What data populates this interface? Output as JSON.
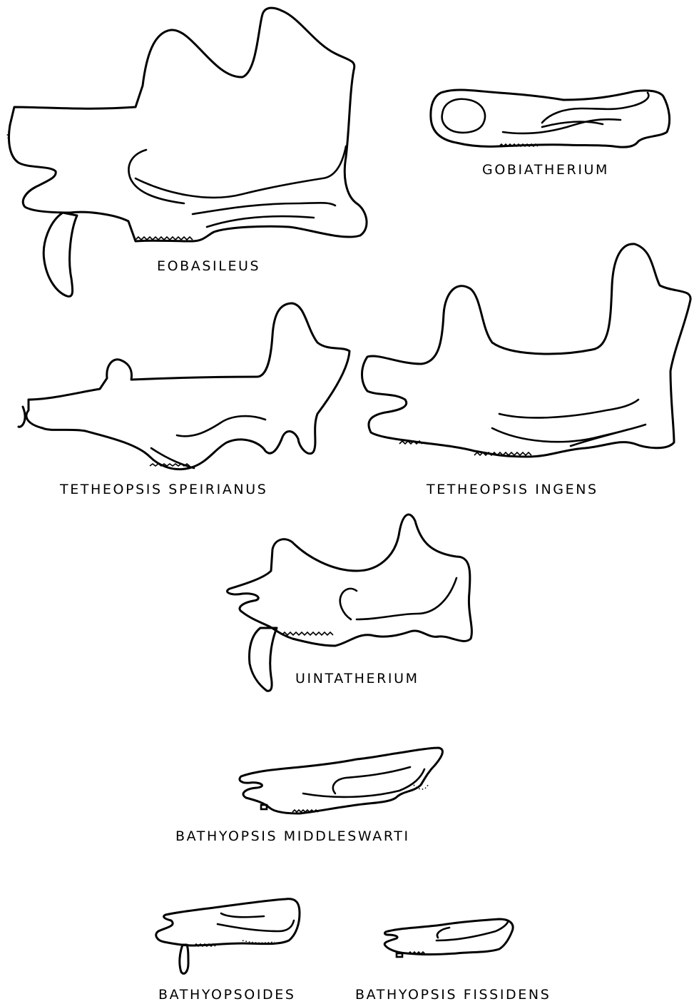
{
  "figure": {
    "labels": {
      "eobasileus": "EOBASILEUS",
      "gobiatherium": "GOBIATHERIUM",
      "tetheopsis_speirianus": "TETHEOPSIS SPEIRIANUS",
      "tetheopsis_ingens": "TETHEOPSIS INGENS",
      "uintatherium": "UINTATHERIUM",
      "bathyopsis_middleswarti": "BATHYOPSIS MIDDLESWARTI",
      "bathyopsoides": "BATHYOPSOIDES",
      "bathyopsis_fissidens": "BATHYOPSIS FISSIDENS"
    },
    "colors": {
      "ink": "#000000",
      "paper": "#ffffff"
    }
  }
}
